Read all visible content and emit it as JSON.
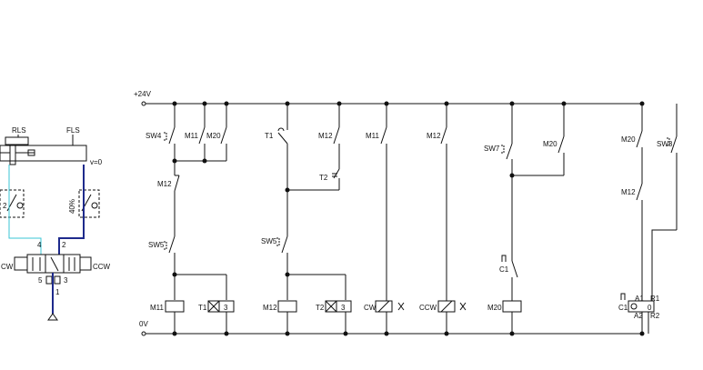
{
  "rails": {
    "top_label": "+24V",
    "bottom_label": "0V"
  },
  "pneumatic": {
    "cylinder_left_label": "RLS",
    "cylinder_right_label": "FLS",
    "velocity_label": "v=0",
    "valve_left_setting": "2",
    "valve_right_setting": "40%",
    "port_a": "4",
    "port_b": "2",
    "exhaust_left": "5",
    "exhaust_right": "3",
    "supply": "1",
    "solenoid_left": "CW",
    "solenoid_right": "CCW"
  },
  "ladder": {
    "sw4": "SW4",
    "m11_a": "M11",
    "m20_a": "M20",
    "m12_seal1": "M12",
    "sw5_a": "SW5",
    "m11_coil": "M11",
    "t1_coil": "T1",
    "t1_coil_num": "3",
    "t1_contact": "T1",
    "m12_b": "M12",
    "t2_contact": "T2",
    "sw5_b": "SW5",
    "m12_coil": "M12",
    "t2_coil": "T2",
    "t2_coil_num": "3",
    "m11_b": "M11",
    "cw_coil": "CW",
    "m12_c": "M12",
    "ccw_coil": "CCW",
    "sw7": "SW7",
    "m20_b": "M20",
    "c1_contact": "C1",
    "m20_coil": "M20",
    "m20_c": "M20",
    "sw8": "SW8",
    "m12_d": "M12",
    "c1_coil": "C1",
    "counter_a1": "A1",
    "counter_a2": "A2",
    "counter_r1": "R1",
    "counter_r2": "R2",
    "counter_value": "0"
  }
}
